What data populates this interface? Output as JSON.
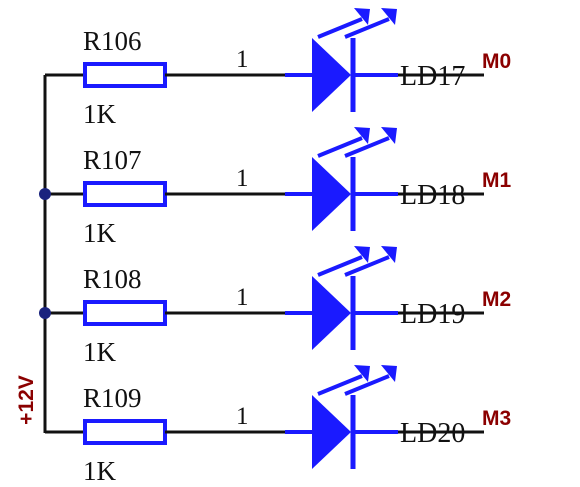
{
  "colors": {
    "wire": "#111111",
    "component": "#1a1aff",
    "label": "#8b0000",
    "junction": "#1a237e"
  },
  "supply_label": "+12V",
  "rows": [
    {
      "resistor_ref": "R106",
      "resistor_value": "1K",
      "pin": "1",
      "led_ref": "LD17",
      "net": "M0"
    },
    {
      "resistor_ref": "R107",
      "resistor_value": "1K",
      "pin": "1",
      "led_ref": "LD18",
      "net": "M1"
    },
    {
      "resistor_ref": "R108",
      "resistor_value": "1K",
      "pin": "1",
      "led_ref": "LD19",
      "net": "M2"
    },
    {
      "resistor_ref": "R109",
      "resistor_value": "1K",
      "pin": "1",
      "led_ref": "LD20",
      "net": "M3"
    }
  ]
}
